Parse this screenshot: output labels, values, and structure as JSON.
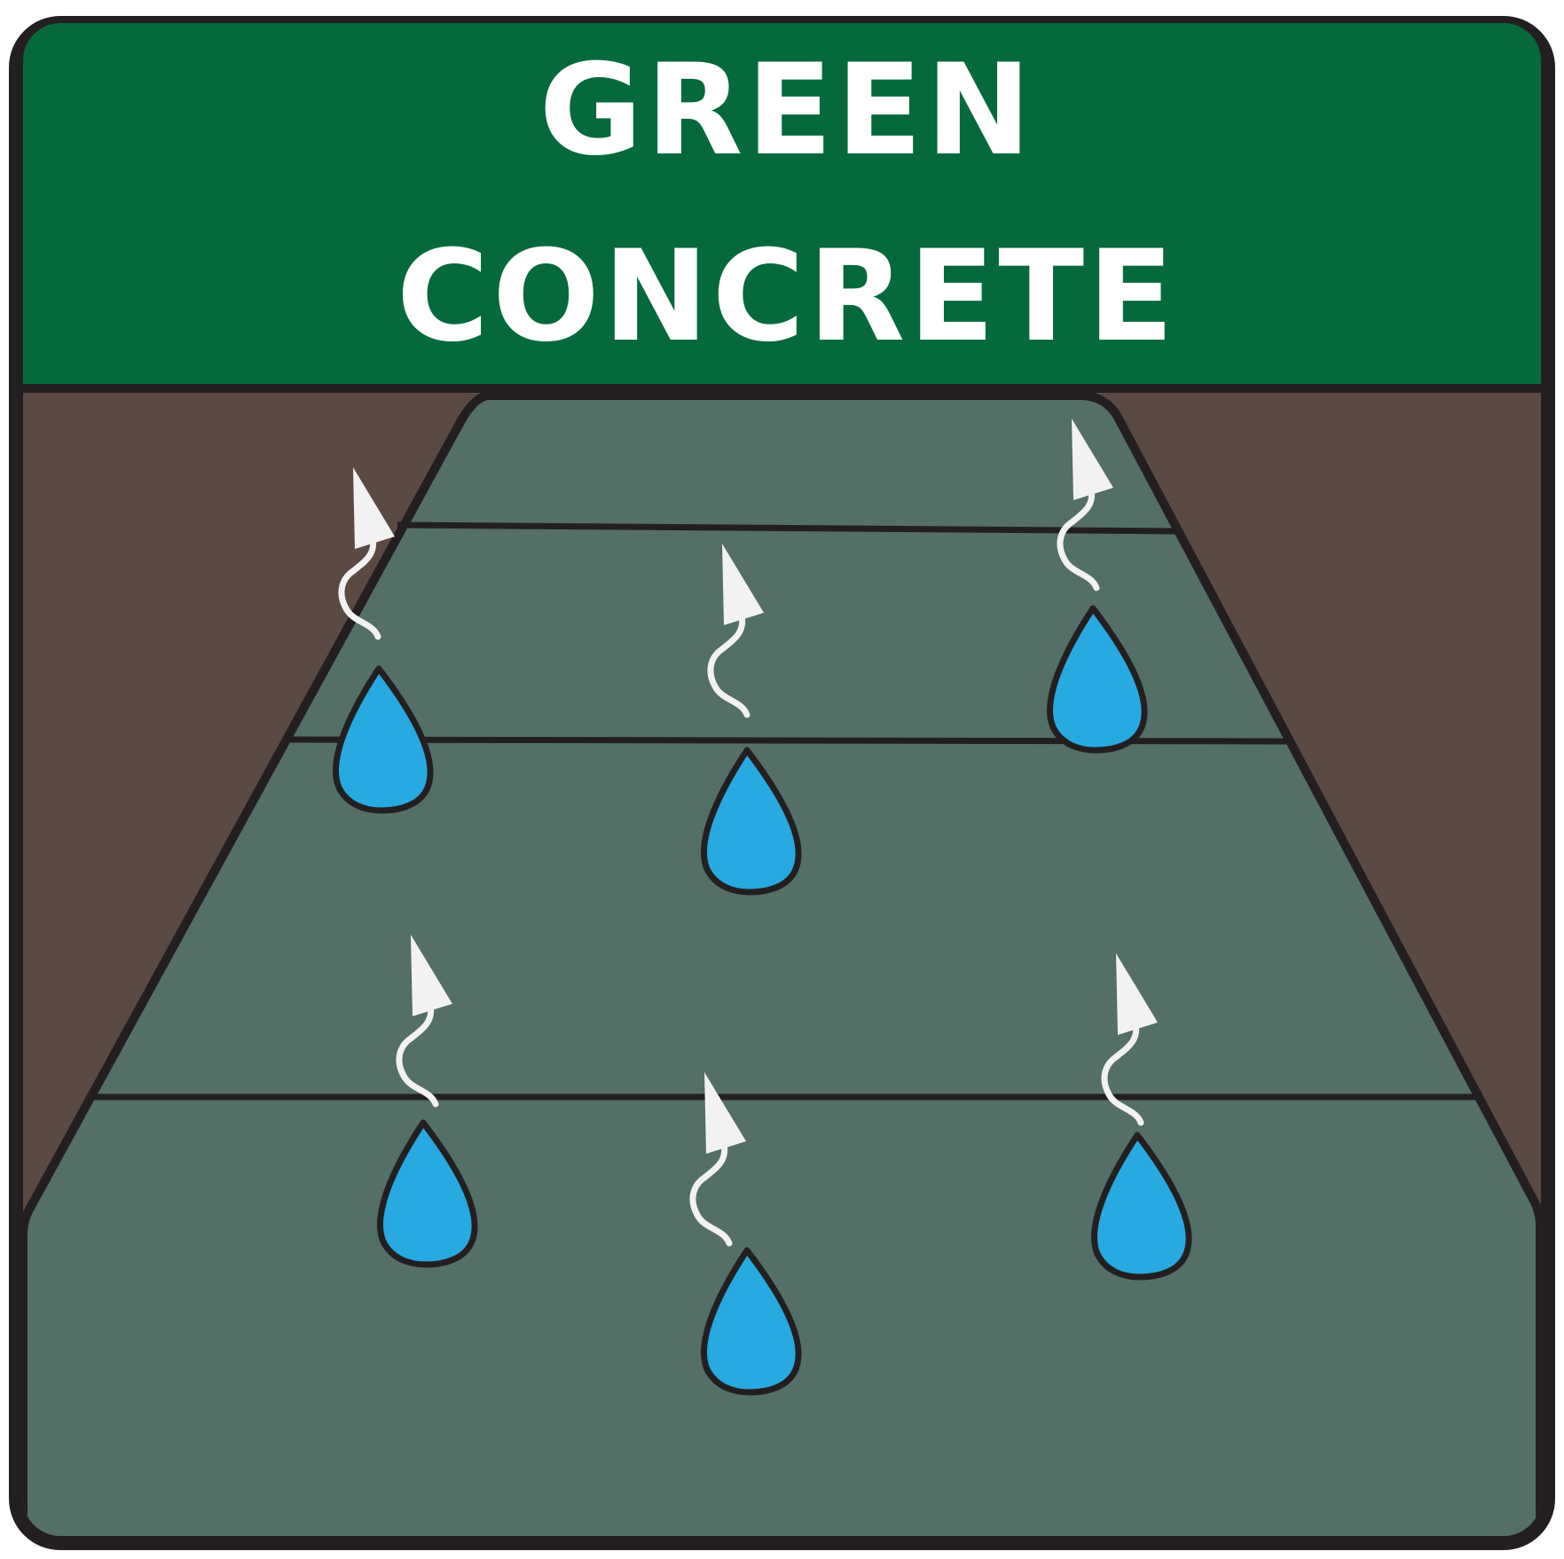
{
  "header": {
    "title_line_1": "GREEN",
    "title_line_2": "CONCRETE"
  },
  "colors": {
    "outline": "#231f20",
    "header_background": "#05693c",
    "soil": "#5b4a43",
    "concrete_slab": "#536f67",
    "water_drop": "#27a9e1",
    "vapor_arrow": "#f2f2f2"
  },
  "icons": {
    "water_drop": "water-drop-icon",
    "evaporation": "evaporation-arrow-icon"
  },
  "counts": {
    "water_drops": 6,
    "evaporation_arrows": 6
  }
}
